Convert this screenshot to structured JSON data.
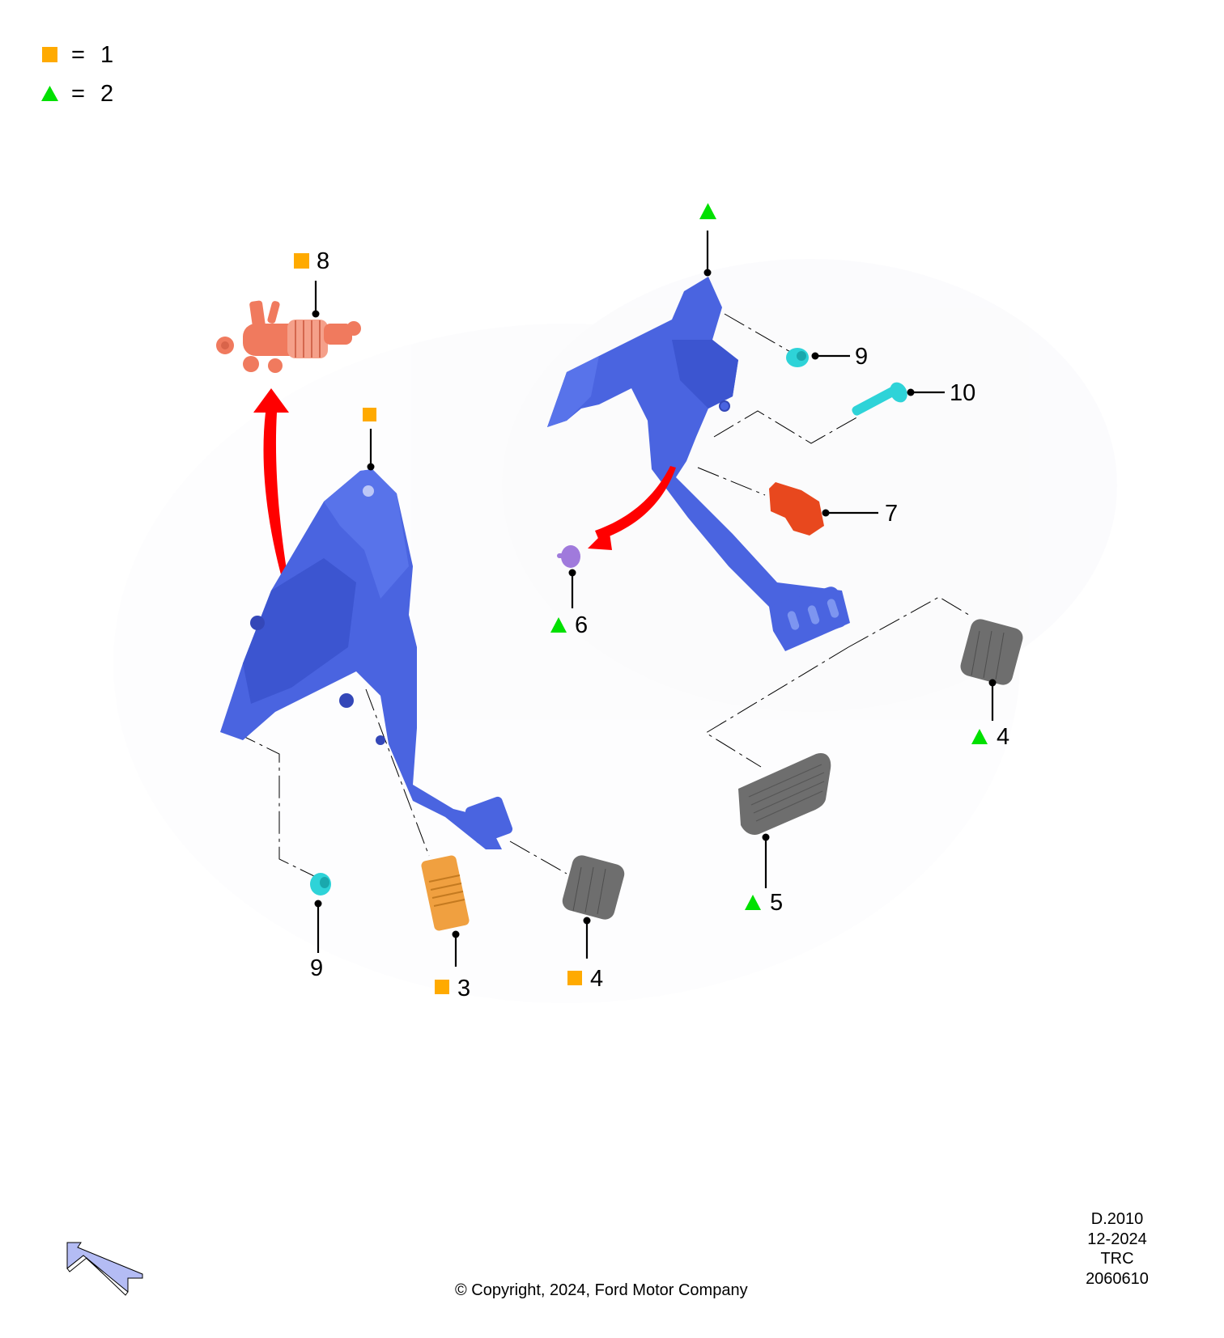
{
  "legend": {
    "items": [
      {
        "symbol": "square",
        "color": "#FFAA00",
        "equals": "=",
        "value": "1"
      },
      {
        "symbol": "triangle",
        "color": "#00E000",
        "equals": "=",
        "value": "2"
      }
    ]
  },
  "callouts": [
    {
      "id": "8",
      "label": "8",
      "marker": "square"
    },
    {
      "id": "left-pedal-assembly",
      "label": "",
      "marker": "square"
    },
    {
      "id": "right-pedal-assembly",
      "label": "",
      "marker": "triangle"
    },
    {
      "id": "9-right",
      "label": "9",
      "marker": ""
    },
    {
      "id": "10",
      "label": "10",
      "marker": ""
    },
    {
      "id": "7",
      "label": "7",
      "marker": ""
    },
    {
      "id": "6",
      "label": "6",
      "marker": "triangle"
    },
    {
      "id": "4-right",
      "label": "4",
      "marker": "triangle"
    },
    {
      "id": "5",
      "label": "5",
      "marker": "triangle"
    },
    {
      "id": "9-left",
      "label": "9",
      "marker": ""
    },
    {
      "id": "3",
      "label": "3",
      "marker": "square"
    },
    {
      "id": "4-left",
      "label": "4",
      "marker": "square"
    }
  ],
  "colors": {
    "bracket_blue": "#4A64E0",
    "bracket_dark": "#2E43B8",
    "pad_gray": "#6E6E6E",
    "clip_cyan": "#2ED3D8",
    "cylinder_salmon": "#F07A5E",
    "spring_orange": "#F0A040",
    "switch_red": "#E8481E",
    "bumper_purple": "#A07ADC",
    "motion_arrow_red": "#FF0000",
    "view_arrow_fill": "#B4BCF4",
    "square_marker": "#FFAA00",
    "triangle_marker": "#00E000"
  },
  "footer": {
    "code": "D.2010",
    "date": "12-2024",
    "region": "TRC",
    "number": "2060610",
    "copyright": "© Copyright, 2024, Ford Motor Company"
  }
}
